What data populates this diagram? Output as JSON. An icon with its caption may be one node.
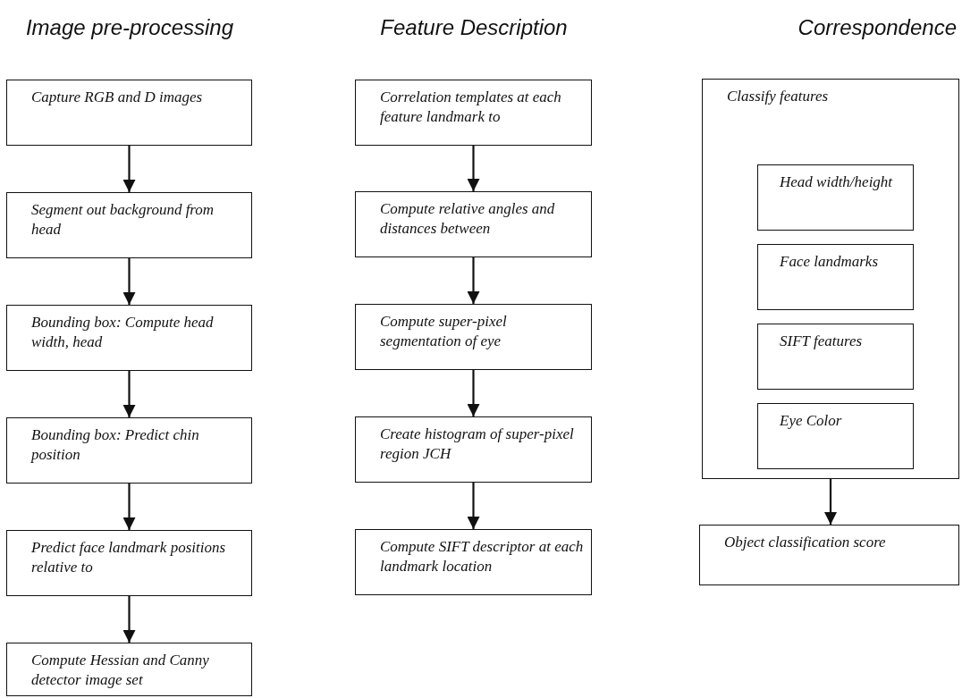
{
  "diagram": {
    "nodes": [
      {
        "text": [
          "Capture RGB and D images"
        ]
      },
      {
        "text": [
          "Segment out background from head"
        ]
      },
      {
        "text": [
          "Bounding box: Compute head width, head"
        ]
      },
      {
        "text": [
          "Bounding box: Predict chin position"
        ]
      },
      {
        "text": [
          "Predict face landmark positions relative to"
        ]
      },
      {
        "text": [
          "Compute Hessian and Canny detector image set"
        ]
      },
      {
        "text": [
          "Correlation templates at each feature landmark to"
        ]
      },
      {
        "text": [
          "Compute relative angles and distances between"
        ]
      },
      {
        "text": [
          "Compute super-pixel segmentation of eye"
        ]
      },
      {
        "text": [
          "Create histogram of super-pixel region JCH"
        ]
      },
      {
        "text": [
          "Compute SIFT descriptor at each landmark location"
        ]
      },
      {
        "text": [
          "Classify features"
        ]
      },
      {
        "text": [
          "Head width/height"
        ],
        "in": 11
      },
      {
        "text": [
          "Face landmarks"
        ],
        "in": 11
      },
      {
        "text": [
          "SIFT features"
        ],
        "in": 11
      },
      {
        "text": [
          "Eye Color"
        ],
        "in": 11
      },
      {
        "text": [
          "Object classification score"
        ]
      }
    ],
    "edges": [
      {
        "from": 0,
        "to": 1,
        "arrow": "to"
      },
      {
        "from": 1,
        "to": 2,
        "arrow": "to"
      },
      {
        "from": 2,
        "to": 3,
        "arrow": "to"
      },
      {
        "from": 3,
        "to": 4,
        "arrow": "to"
      },
      {
        "from": 4,
        "to": 5,
        "arrow": "to"
      },
      {
        "from": 6,
        "to": 7,
        "arrow": "to"
      },
      {
        "from": 7,
        "to": 8,
        "arrow": "to"
      },
      {
        "from": 8,
        "to": 9,
        "arrow": "to"
      },
      {
        "from": 9,
        "to": 10,
        "arrow": "to"
      },
      {
        "from": 11,
        "to": 16,
        "arrow": "to"
      }
    ],
    "labels": [
      "Image pre-processing",
      "Feature Description",
      "Correspondence"
    ]
  }
}
